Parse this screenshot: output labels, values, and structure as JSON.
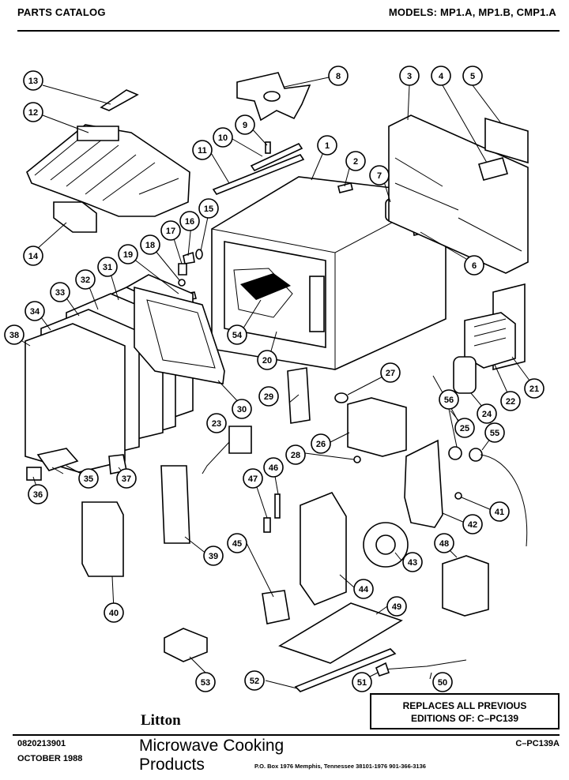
{
  "header": {
    "left": "PARTS CATALOG",
    "right": "MODELS:  MP1.A, MP1.B, CMP1.A"
  },
  "callouts": [
    "1",
    "2",
    "3",
    "4",
    "5",
    "6",
    "7",
    "8",
    "9",
    "10",
    "11",
    "12",
    "13",
    "14",
    "15",
    "16",
    "17",
    "18",
    "19",
    "20",
    "21",
    "22",
    "23",
    "24",
    "25",
    "26",
    "27",
    "28",
    "29",
    "30",
    "31",
    "32",
    "33",
    "34",
    "35",
    "36",
    "37",
    "38",
    "39",
    "40",
    "41",
    "42",
    "43",
    "44",
    "45",
    "46",
    "47",
    "48",
    "49",
    "50",
    "51",
    "52",
    "53",
    "54",
    "55",
    "56"
  ],
  "footer": {
    "replaces_line1": "REPLACES ALL PREVIOUS",
    "replaces_line2": "EDITIONS OF:  C–PC139",
    "brand": "Litton",
    "doc_number": "0820213901",
    "date": "OCTOBER 1988",
    "product_line1": "Microwave Cooking",
    "product_line2": "Products",
    "address": "P.O. Box 1976  Memphis, Tennessee 38101-1976     901-366-3136",
    "catalog_number": "C–PC139A"
  }
}
